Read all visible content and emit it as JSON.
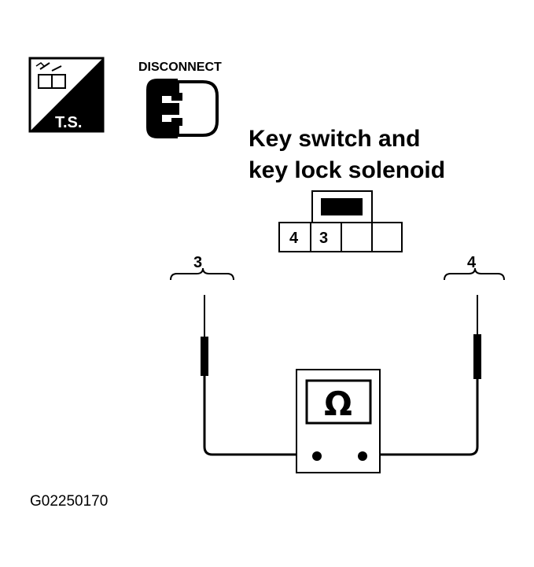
{
  "ts_badge": {
    "label": "T.S."
  },
  "disconnect": {
    "label": "DISCONNECT"
  },
  "component": {
    "line1": "Key switch and",
    "line2": "key lock solenoid"
  },
  "connector": {
    "pin_a": "4",
    "pin_b": "3"
  },
  "probes": {
    "left_label": "3",
    "right_label": "4"
  },
  "meter": {
    "symbol": "Ω"
  },
  "figure_id": "G02250170",
  "colors": {
    "ink": "#000000",
    "paper": "#ffffff"
  }
}
